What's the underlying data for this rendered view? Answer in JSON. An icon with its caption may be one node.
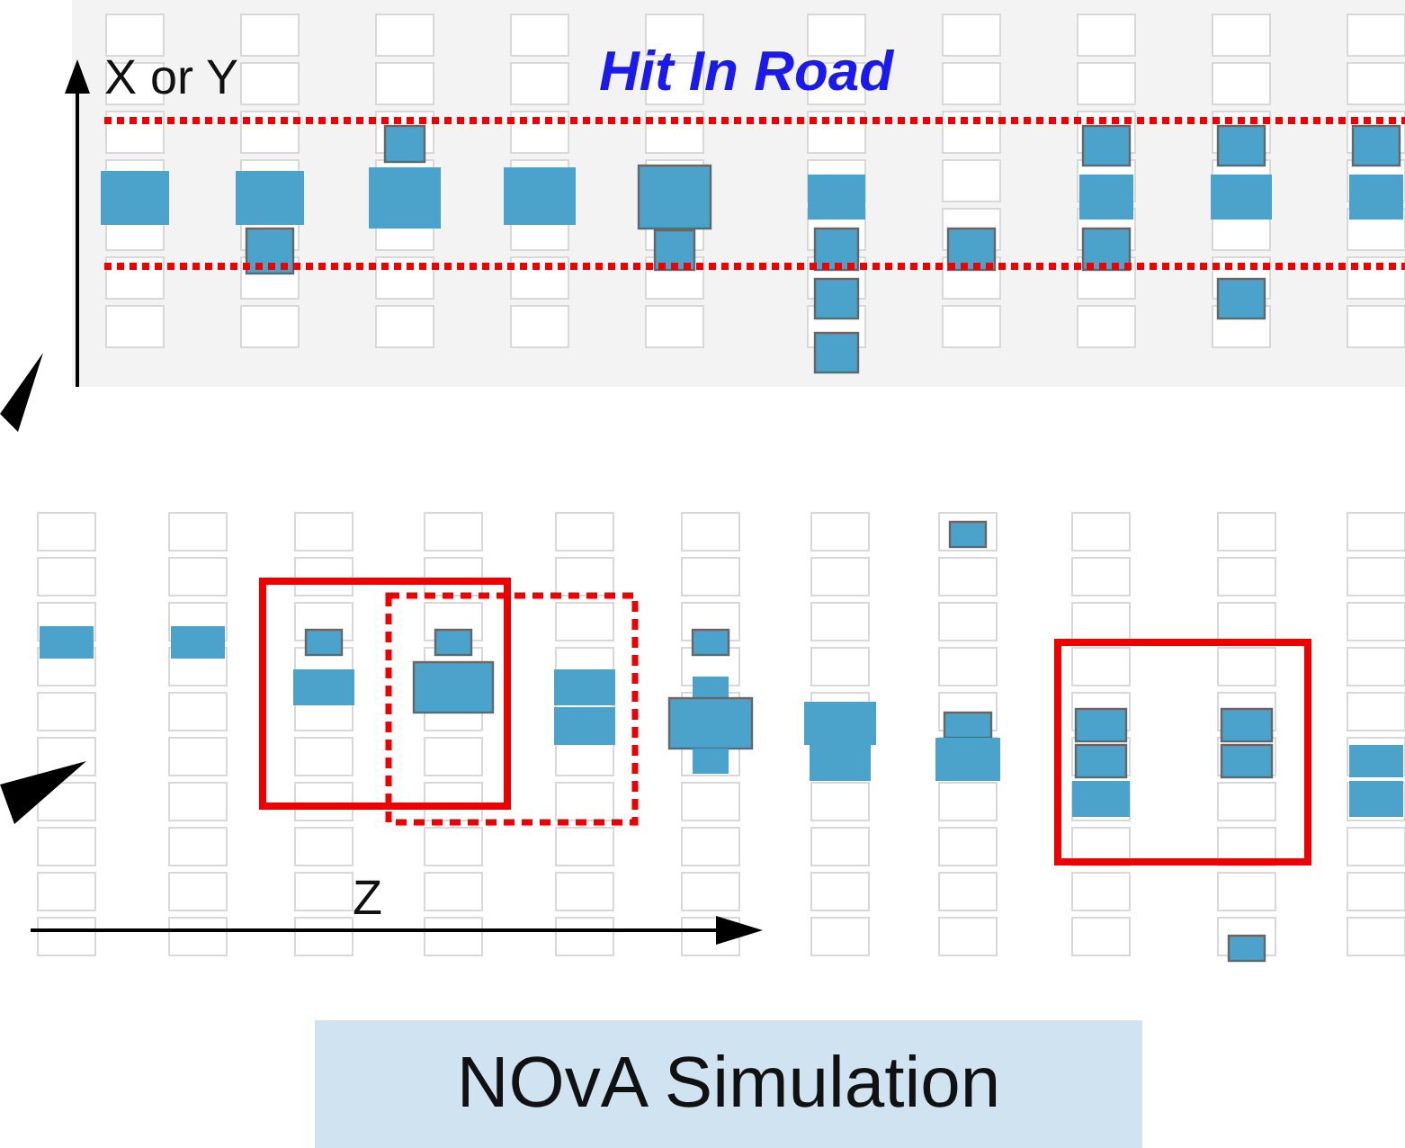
{
  "diagram": {
    "caption": "NOvA Simulation",
    "labels": [
      "X or Y",
      "Hit In Road",
      "Z"
    ]
  }
}
